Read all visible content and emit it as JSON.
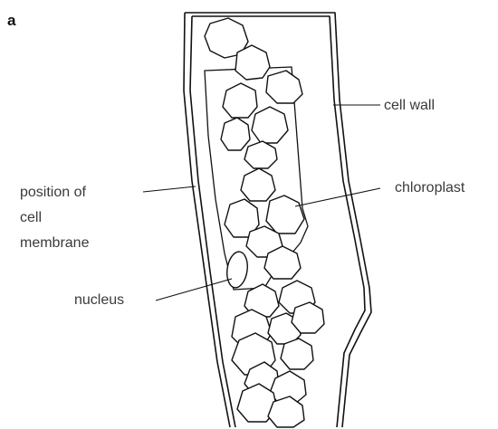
{
  "figure": {
    "panel_letter": "a",
    "labels": {
      "cell_wall": "cell wall",
      "chloroplast": "chloroplast",
      "membrane_line1": "position of",
      "membrane_line2": "cell",
      "membrane_line3": "membrane",
      "nucleus": "nucleus"
    }
  }
}
